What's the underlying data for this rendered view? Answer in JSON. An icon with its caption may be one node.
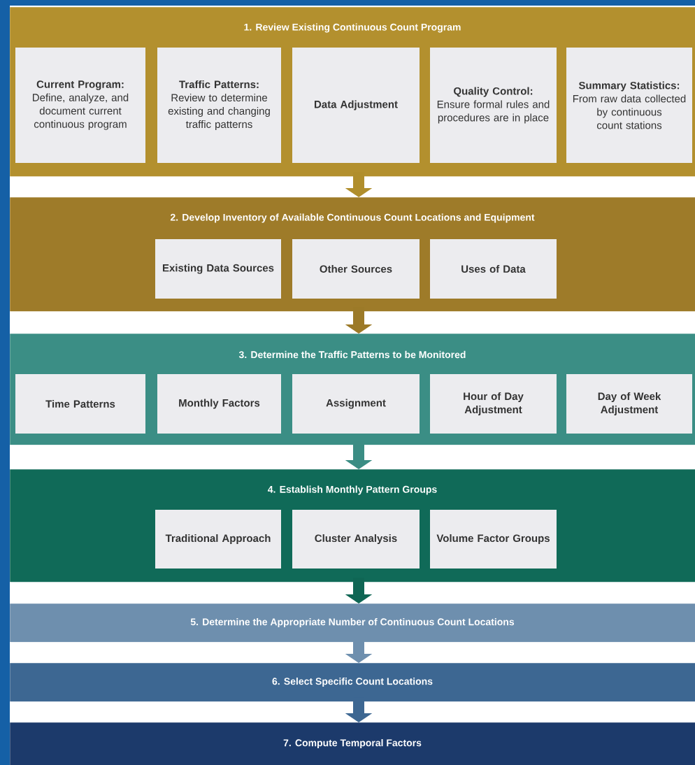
{
  "diagram": {
    "nodes": [
      {
        "text": [
          "1. Review Existing Continuous Count Program"
        ]
      },
      {
        "text": [
          "Current Program:",
          "Define, analyze, and document current continuous program"
        ],
        "in": 0
      },
      {
        "text": [
          "Traffic Patterns:",
          "Review to determine existing and changing traffic patterns"
        ],
        "in": 0
      },
      {
        "text": [
          "Data Adjustment"
        ],
        "in": 0
      },
      {
        "text": [
          "Quality Control:",
          "Ensure formal rules and procedures are in place"
        ],
        "in": 0
      },
      {
        "text": [
          "Summary Statistics:",
          "From raw data collected by continuous count stations"
        ],
        "in": 0
      },
      {
        "text": [
          "2. Develop Inventory of Available Continuous Count Locations and Equipment"
        ]
      },
      {
        "text": [
          "Existing Data Sources"
        ],
        "in": 6
      },
      {
        "text": [
          "Other Sources"
        ],
        "in": 6
      },
      {
        "text": [
          "Uses of Data"
        ],
        "in": 6
      },
      {
        "text": [
          "3. Determine the Traffic Patterns to be Monitored"
        ]
      },
      {
        "text": [
          "Time Patterns"
        ],
        "in": 10
      },
      {
        "text": [
          "Monthly Factors"
        ],
        "in": 10
      },
      {
        "text": [
          "Assignment"
        ],
        "in": 10
      },
      {
        "text": [
          "Hour of Day Adjustment"
        ],
        "in": 10
      },
      {
        "text": [
          "Day of Week Adjustment"
        ],
        "in": 10
      },
      {
        "text": [
          "4. Establish Monthly Pattern Groups"
        ]
      },
      {
        "text": [
          "Traditional Approach"
        ],
        "in": 16
      },
      {
        "text": [
          "Cluster Analysis"
        ],
        "in": 16
      },
      {
        "text": [
          "Volume Factor Groups"
        ],
        "in": 16
      },
      {
        "text": [
          "5. Determine the Appropriate Number of Continuous Count Locations"
        ]
      },
      {
        "text": [
          "6. Select Specific Count Locations"
        ]
      },
      {
        "text": [
          "7. Compute Temporal Factors"
        ]
      }
    ],
    "edges": [
      {
        "from": 0,
        "to": 6,
        "arrow": "to",
        "color": "#b08e2c"
      },
      {
        "from": 6,
        "to": 10,
        "arrow": "to",
        "color": "#9c7a28"
      },
      {
        "from": 10,
        "to": 16,
        "arrow": "to",
        "color": "#3b8d84"
      },
      {
        "from": 16,
        "to": 20,
        "arrow": "to",
        "color": "#0f6654"
      },
      {
        "from": 20,
        "to": 21,
        "arrow": "to",
        "color": "#6e8fae"
      },
      {
        "from": 21,
        "to": 22,
        "arrow": "to",
        "color": "#3d6792"
      }
    ]
  }
}
